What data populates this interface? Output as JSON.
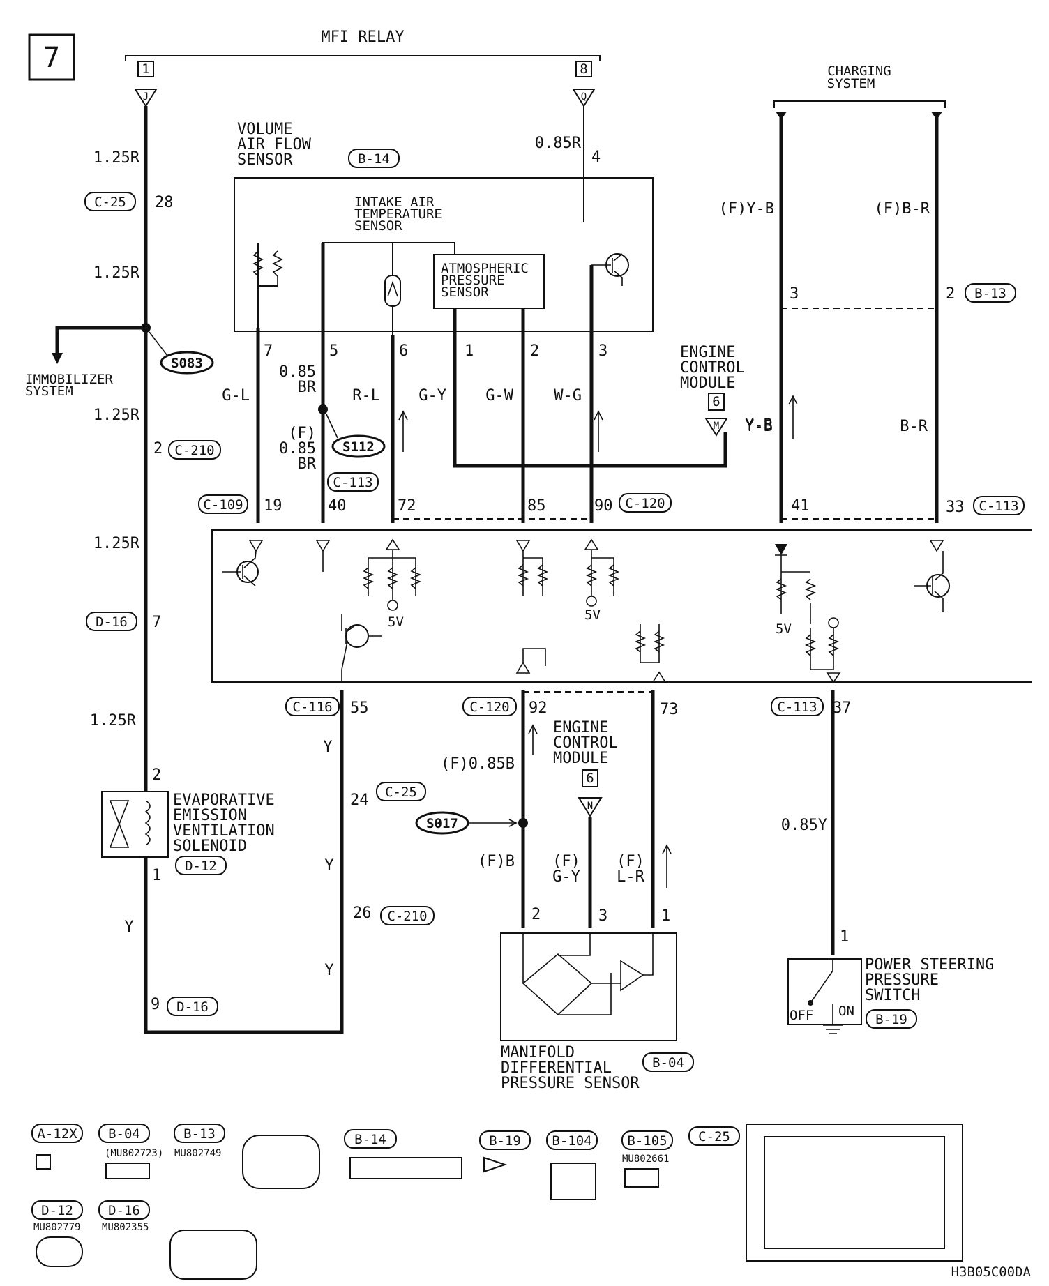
{
  "page_number": "7",
  "mfi_relay": {
    "title": "MFI RELAY",
    "pin_left": "1",
    "term_left": "J",
    "pin_right": "8",
    "term_right": "Q"
  },
  "charging": {
    "title_line1": "CHARGING",
    "title_line2": "SYSTEM"
  },
  "left_wire": {
    "size1": "1.25R",
    "conn1": "C-25",
    "pin1": "28",
    "size2": "1.25R",
    "size3": "1.25R",
    "pin3": "2",
    "conn3": "C-210",
    "size4": "1.25R",
    "conn4": "D-16",
    "pin4": "7",
    "size5": "1.25R"
  },
  "splice_s083": "S083",
  "immobilizer": {
    "line1": "IMMOBILIZER",
    "line2": "SYSTEM"
  },
  "vafs": {
    "line1": "VOLUME",
    "line2": "AIR FLOW",
    "line3": "SENSOR",
    "conn": "B-14",
    "wire_top": "0.85R",
    "pin_top": "4"
  },
  "iat": {
    "line1": "INTAKE AIR",
    "line2": "TEMPERATURE",
    "line3": "SENSOR"
  },
  "aps": {
    "line1": "ATMOSPHERIC",
    "line2": "PRESSURE",
    "line3": "SENSOR"
  },
  "vafs_pins": {
    "p7": "7",
    "p5": "5",
    "p6": "6",
    "p1": "1",
    "p2": "2",
    "p3": "3"
  },
  "vafs_wires": {
    "w7": "G-L",
    "w5_size": "0.85",
    "w5_col": "BR",
    "w6": "R-L",
    "w1": "G-Y",
    "w2": "G-W",
    "w3": "W-G",
    "f_label": "(F)",
    "f_size": "0.85",
    "f_col": "BR"
  },
  "splice_s112": "S112",
  "ecm_top": {
    "line1": "ENGINE",
    "line2": "CONTROL",
    "line3": "MODULE",
    "pin": "6",
    "term": "M",
    "wire": "Y-B"
  },
  "ecm_pins_top": {
    "c109": "C-109",
    "p19": "19",
    "c113a": "C-113",
    "p40": "40",
    "p72": "72",
    "p85": "85",
    "p90": "90",
    "c120": "C-120",
    "p41": "41",
    "p33": "33",
    "c113b": "C-113"
  },
  "charging_wires": {
    "left": "(F)Y-B",
    "right": "(F)B-R",
    "pin_l": "3",
    "pin_r": "2",
    "conn": "B-13",
    "wire_l": "Y-B",
    "wire_r": "B-R"
  },
  "ecm_internal": {
    "v1": "5V",
    "v2": "5V",
    "v3": "5V"
  },
  "ecm_pins_bottom": {
    "c116": "C-116",
    "p55": "55",
    "c120": "C-120",
    "p92": "92",
    "p73": "73",
    "c113": "C-113",
    "p37": "37"
  },
  "ecm_mid": {
    "line1": "ENGINE",
    "line2": "CONTROL",
    "line3": "MODULE",
    "pin": "6",
    "term": "N"
  },
  "evap": {
    "line1": "EVAPORATIVE",
    "line2": "EMISSION",
    "line3": "VENTILATION",
    "line4": "SOLENOID",
    "conn": "D-12",
    "pin_top": "2",
    "pin_bot": "1",
    "wire": "Y",
    "pin9": "9",
    "conn9": "D-16"
  },
  "y_wire": {
    "w1": "Y",
    "w2": "Y",
    "w3": "Y",
    "pin24": "24",
    "conn24": "C-25",
    "pin26": "26",
    "conn26": "C-210"
  },
  "mdp": {
    "line1": "MANIFOLD",
    "line2": "DIFFERENTIAL",
    "line3": "PRESSURE SENSOR",
    "conn": "B-04",
    "pin2": "2",
    "pin3": "3",
    "pin1": "1",
    "w1": "(F)0.85B",
    "w2_a": "(F)B",
    "w3_a": "(F)",
    "w3_b": "G-Y",
    "w4_a": "(F)",
    "w4_b": "L-R"
  },
  "splice_s017": "S017",
  "ps": {
    "line1": "POWER STEERING",
    "line2": "PRESSURE",
    "line3": "SWITCH",
    "conn": "B-19",
    "pin": "1",
    "wire": "0.85Y",
    "off": "OFF",
    "on": "ON"
  },
  "legend": {
    "a12x": "A-12X",
    "b04": "B-04",
    "b04_pn": "(MU802723)",
    "b13": "B-13",
    "b13_pn": "MU802749",
    "b14": "B-14",
    "b19": "B-19",
    "b104": "B-104",
    "b105": "B-105",
    "b105_pn": "MU802661",
    "c25": "C-25",
    "d12": "D-12",
    "d12_pn": "MU802779",
    "d16": "D-16",
    "d16_pn": "MU802355"
  },
  "doc_code": "H3B05C00DA"
}
